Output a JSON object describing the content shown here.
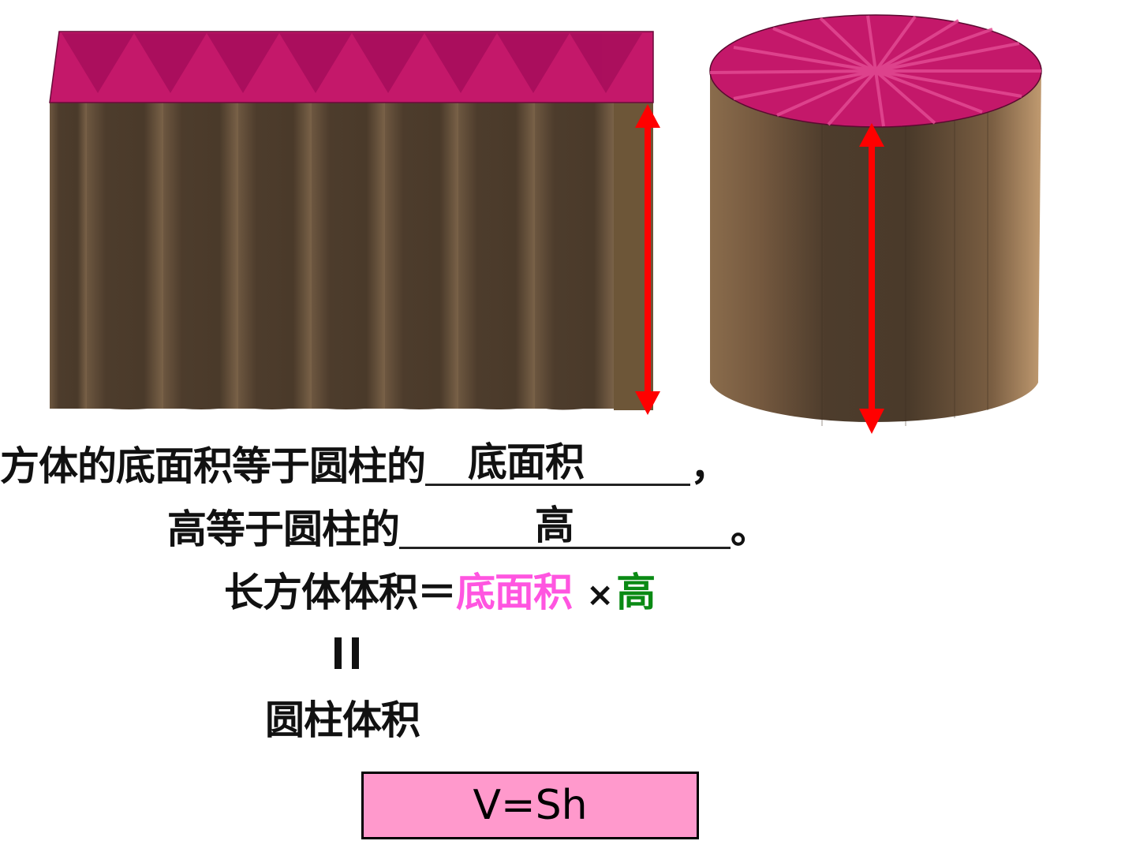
{
  "text": {
    "line1_prefix": "方体的底面积等于圆柱的",
    "line1_answer": "底面积",
    "line1_suffix": "，",
    "line2_prefix": "高等于圆柱的",
    "line2_answer": "高",
    "line2_suffix": "。",
    "volume_left": "长方体体积＝",
    "volume_base": "底面积",
    "volume_times": "×",
    "volume_height": "高",
    "cylinder_volume": "圆柱体积",
    "formula": "V=Sh"
  },
  "colors": {
    "top_face": "#c4186a",
    "brown_dark": "#4d3c2c",
    "brown_light": "#8a6c4c",
    "arrow": "#ff0000",
    "highlight_pink": "#ff55e0",
    "highlight_green": "#0a8a14",
    "formula_bg": "#ff99cc"
  }
}
